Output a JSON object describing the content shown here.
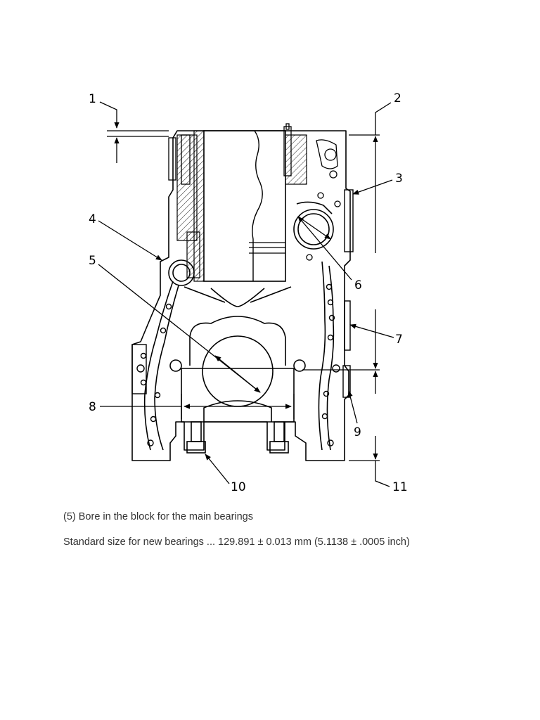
{
  "diagram": {
    "callouts": [
      "1",
      "2",
      "3",
      "4",
      "5",
      "6",
      "7",
      "8",
      "9",
      "10",
      "11"
    ]
  },
  "captions": {
    "item_description": "(5) Bore in the block for the main bearings",
    "specification": "Standard size for new bearings ... 129.891 ± 0.013 mm (5.1138 ± .0005 inch)"
  }
}
